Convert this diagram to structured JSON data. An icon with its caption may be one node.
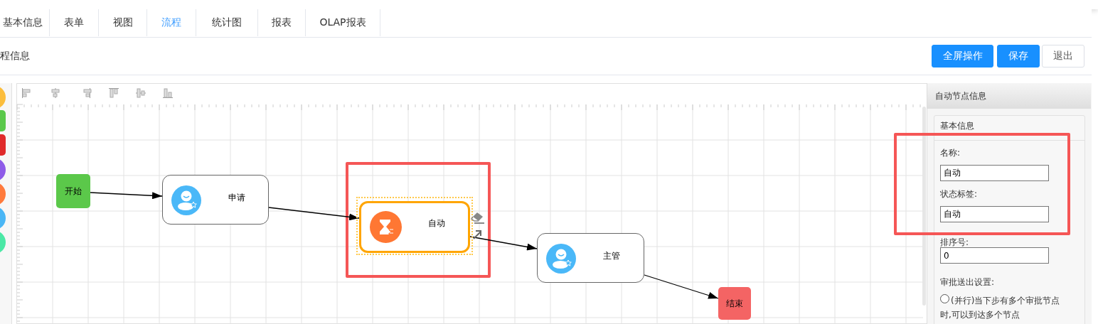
{
  "diagram": {
    "nodes": [
      {
        "text": [
          "开始"
        ]
      },
      {
        "text": [
          "申请"
        ]
      },
      {
        "text": [
          "自动"
        ]
      },
      {
        "text": [
          "主管"
        ]
      },
      {
        "text": [
          "结束"
        ]
      }
    ],
    "edges": [
      {
        "from": 0,
        "to": 1,
        "arrow": "to"
      },
      {
        "from": 1,
        "to": 2,
        "arrow": "to"
      },
      {
        "from": 2,
        "to": 3,
        "arrow": "to"
      },
      {
        "from": 3,
        "to": 4,
        "arrow": "to"
      }
    ],
    "labels": [
      "基本信息",
      "表单",
      "视图",
      "流程",
      "统计图",
      "报表",
      "OLAP报表",
      "程信息",
      "全屏操作",
      "保存",
      "退出",
      "自动节点信息",
      "基本信息",
      "名称:",
      "自动",
      "状态标签:",
      "自动",
      "排序号:",
      "0",
      "审批送出设置:",
      "(并行)当下步有多个审批节点时,可以到达多个节点"
    ]
  }
}
